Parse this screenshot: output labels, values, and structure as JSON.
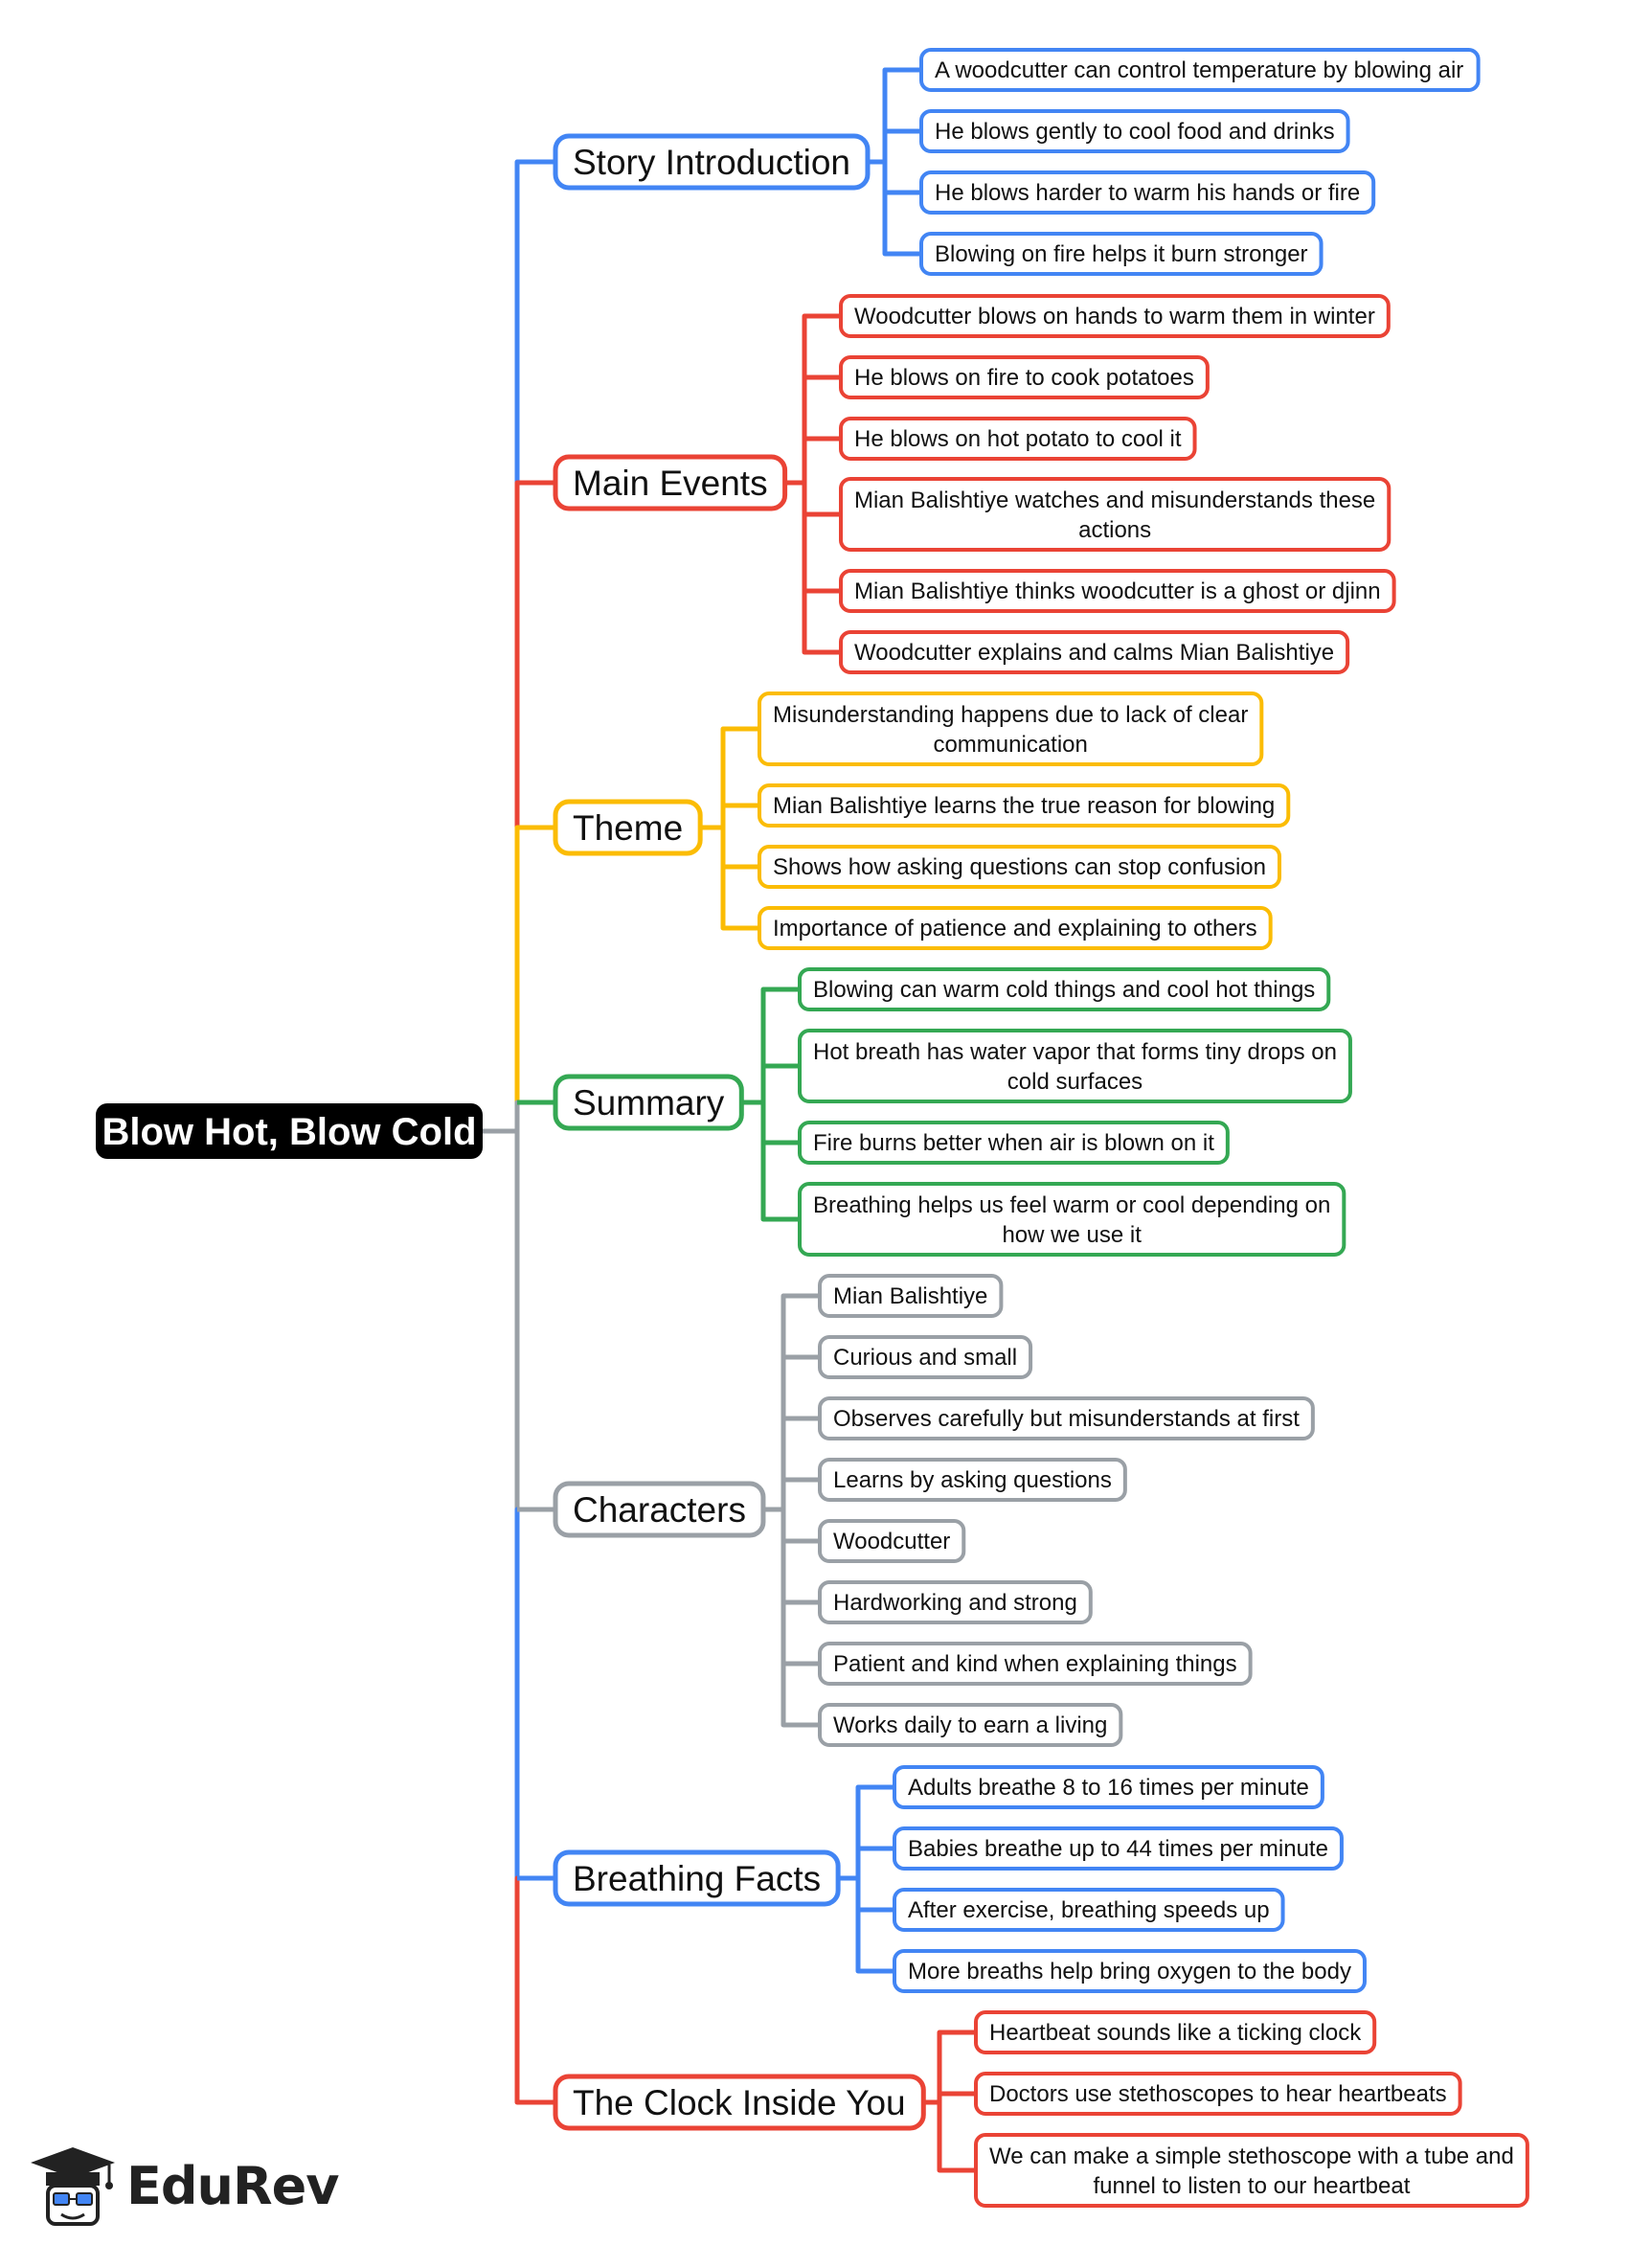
{
  "root": {
    "label": "Blow Hot, Blow Cold"
  },
  "colors": {
    "blue": "#4285F4",
    "red": "#EA4335",
    "yellow": "#FBBC04",
    "green": "#34A853",
    "gray": "#9AA0A6",
    "root_bg": "#000000"
  },
  "branches": [
    {
      "label": "Story Introduction",
      "color": "blue",
      "items": [
        "A woodcutter can control temperature by blowing air",
        "He blows gently to cool food and drinks",
        "He blows harder to warm his hands or fire",
        "Blowing on fire helps it burn stronger"
      ]
    },
    {
      "label": "Main Events",
      "color": "red",
      "items": [
        "Woodcutter blows on hands to warm them in winter",
        "He blows on fire to cook potatoes",
        "He blows on hot potato to cool it",
        "Mian Balishtiye watches and misunderstands these actions",
        "Mian Balishtiye thinks woodcutter is a ghost or djinn",
        "Woodcutter explains and calms Mian Balishtiye"
      ]
    },
    {
      "label": "Theme",
      "color": "yellow",
      "items": [
        "Misunderstanding happens due to lack of clear communication",
        "Mian Balishtiye learns the true reason for blowing",
        "Shows how asking questions can stop confusion",
        "Importance of patience and explaining to others"
      ]
    },
    {
      "label": "Summary",
      "color": "green",
      "items": [
        "Blowing can warm cold things and cool hot things",
        "Hot breath has water vapor that forms tiny drops on cold surfaces",
        "Fire burns better when air is blown on it",
        "Breathing helps us feel warm or cool depending on how we use it"
      ]
    },
    {
      "label": "Characters",
      "color": "gray",
      "items": [
        "Mian Balishtiye",
        "Curious and small",
        "Observes carefully but misunderstands at first",
        "Learns by asking questions",
        "Woodcutter",
        "Hardworking and strong",
        "Patient and kind when explaining things",
        "Works daily to earn a living"
      ]
    },
    {
      "label": "Breathing Facts",
      "color": "blue",
      "items": [
        "Adults breathe 8 to 16 times per minute",
        "Babies breathe up to 44 times per minute",
        "After exercise, breathing speeds up",
        "More breaths help bring oxygen to the body"
      ]
    },
    {
      "label": "The Clock Inside You",
      "color": "red",
      "items": [
        "Heartbeat sounds like a ticking clock",
        "Doctors use stethoscopes to hear heartbeats",
        "We can make a simple stethoscope with a tube and funnel to listen to our heartbeat"
      ]
    }
  ],
  "logo": {
    "text": "EduRev",
    "icon": "graduation-cap-icon"
  }
}
